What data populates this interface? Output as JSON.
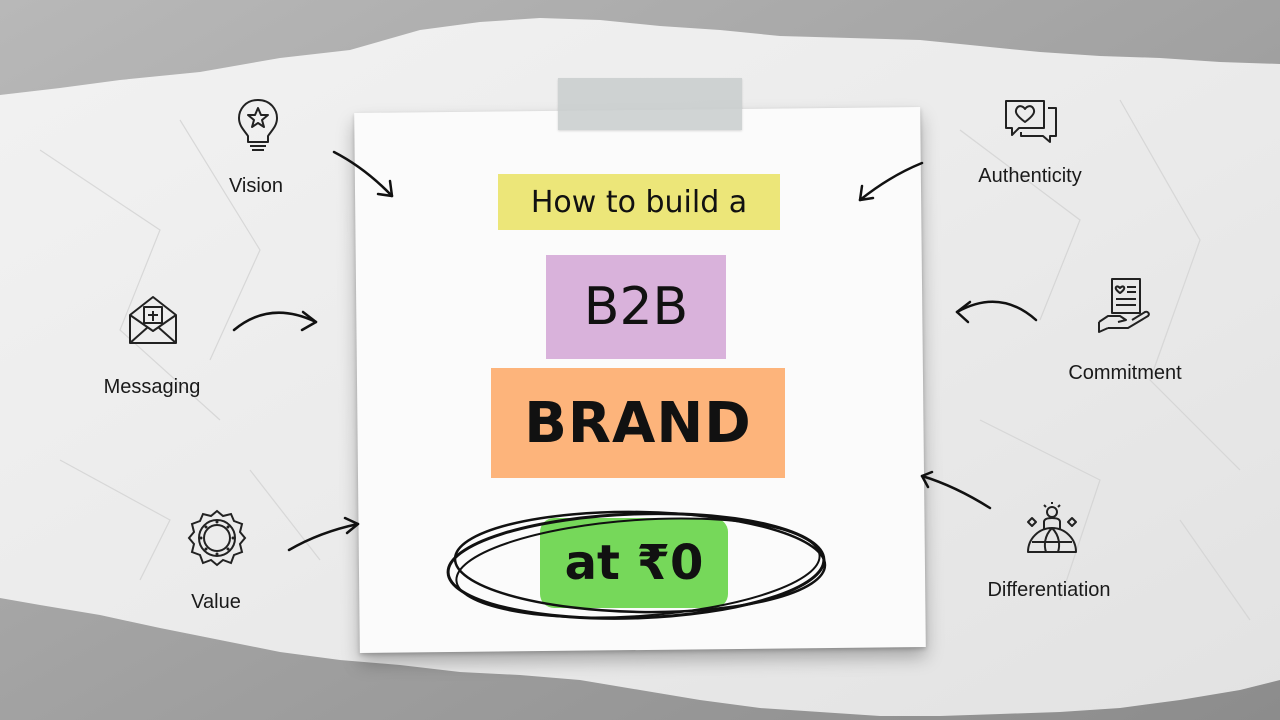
{
  "title": {
    "line1": "How to build a",
    "line2": "B2B",
    "line3": "BRAND",
    "line4": "at ₹0"
  },
  "features": {
    "vision": {
      "label": "Vision",
      "icon": "lightbulb-star-icon"
    },
    "messaging": {
      "label": "Messaging",
      "icon": "envelope-icon"
    },
    "value": {
      "label": "Value",
      "icon": "badge-seal-icon"
    },
    "authenticity": {
      "label": "Authenticity",
      "icon": "heart-chat-icon"
    },
    "commitment": {
      "label": "Commitment",
      "icon": "hand-document-icon"
    },
    "differentiation": {
      "label": "Differentiation",
      "icon": "person-globe-icon"
    }
  },
  "colors": {
    "highlight_yellow": "#ece679",
    "highlight_purple": "#d9b2db",
    "highlight_orange": "#fdb47b",
    "highlight_green": "#76d85a",
    "paper": "#f0f0f0"
  }
}
